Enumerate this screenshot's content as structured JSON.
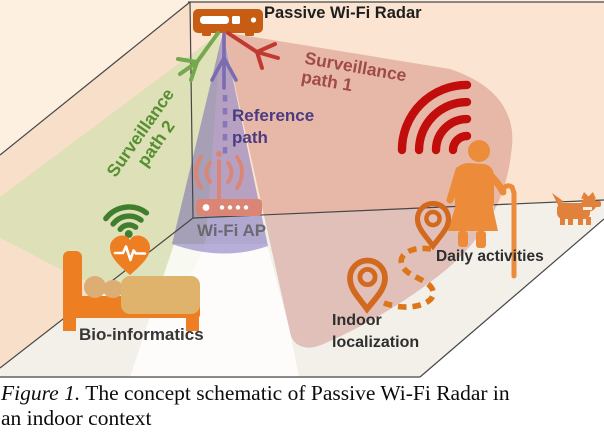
{
  "diagram": {
    "radar_label": "Passive Wi-Fi Radar",
    "surveillance_path_1_line1": "Surveillance",
    "surveillance_path_1_line2": "path 1",
    "surveillance_path_2_line1": "Surveillance",
    "surveillance_path_2_line2": "path 2",
    "reference_path_line1": "Reference",
    "reference_path_line2": "path",
    "wifi_ap_label": "Wi-Fi AP",
    "bio_informatics_label": "Bio-informatics",
    "daily_activities_label": "Daily activities",
    "indoor_localization_line1": "Indoor",
    "indoor_localization_line2": "localization",
    "icons": {
      "radar": "passive-radar-device-icon",
      "antenna_green": "radar-antenna-green-icon",
      "antenna_red": "radar-antenna-red-icon",
      "antenna_reference": "reference-antenna-icon",
      "reference_line": "reference-dashed-line",
      "router": "wifi-ap-router-icon",
      "red_signal": "movement-wifi-signal-icon",
      "green_signal": "vital-wifi-signal-icon",
      "heart": "heart-ecg-icon",
      "bed": "patient-bed-icon",
      "person": "elderly-person-cane-icon",
      "dog": "dog-icon",
      "pin_daily": "location-pin-icon",
      "pin_indoor": "location-pin-icon",
      "walk_path": "dashed-walking-path"
    }
  },
  "caption": {
    "figure_label": "Figure 1.",
    "line1_rest": "The concept schematic of Passive Wi-Fi Radar in",
    "line2": "an indoor context"
  },
  "colors": {
    "icon_orange": "#ec8c3a",
    "radar_orange": "#c75d15",
    "bed_orange": "#ee7e22",
    "pin_orange": "#d2691e",
    "path_orange": "#dd7519",
    "router_salmon": "#db8575",
    "red_signal": "#c20d0d",
    "green_signal": "#3e7e2c",
    "surveillance1_text": "#a04a4a",
    "surveillance2_text": "#579030",
    "reference_text": "#4b3c82",
    "wifi_ap_text": "#6b6870",
    "label_dark": "#2e2e2e",
    "back_wall": "#fbe4d1",
    "left_wall": "#f8dfca",
    "floor": "#f3f0ea",
    "outside": "#fdf0e1",
    "green_beam": "#d9e0b5",
    "red_beam": "#bb5248",
    "purple_beam": "#5e4bb0"
  }
}
